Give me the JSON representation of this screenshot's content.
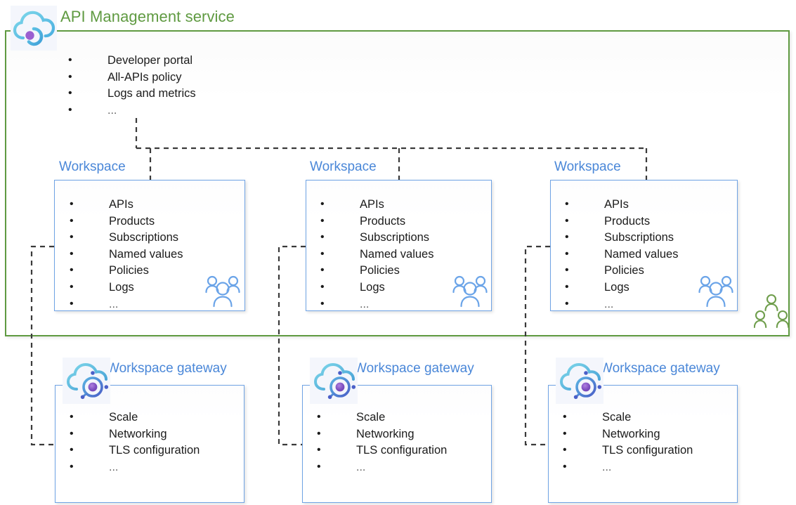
{
  "diagram": {
    "title": "API Management service",
    "colors": {
      "service_green": "#5f9a41",
      "workspace_blue": "#4a87d8",
      "box_border_blue": "#6fa3e4",
      "connector_dash": "#3a3a3a",
      "people_blue": "#6ba4e8",
      "people_green": "#6f9e4c",
      "text_dark": "#1b1b1b",
      "icon_plate": "#f4f6fc",
      "cloud_teal": "#56c0e0",
      "node_purple": "#8b5cc7"
    },
    "service": {
      "label": "API Management service",
      "icon": "api-management-cloud-icon",
      "items": [
        "Developer portal",
        "All-APIs policy",
        "Logs and metrics",
        "..."
      ]
    },
    "workspaces": [
      {
        "label": "Workspace",
        "icon": "people-group-icon",
        "items": [
          "APIs",
          "Products",
          "Subscriptions",
          "Named values",
          "Policies",
          "Logs",
          "..."
        ]
      },
      {
        "label": "Workspace",
        "icon": "people-group-icon",
        "items": [
          "APIs",
          "Products",
          "Subscriptions",
          "Named values",
          "Policies",
          "Logs",
          "..."
        ]
      },
      {
        "label": "Workspace",
        "icon": "people-group-icon",
        "items": [
          "APIs",
          "Products",
          "Subscriptions",
          "Named values",
          "Policies",
          "Logs",
          "..."
        ]
      }
    ],
    "gateways": [
      {
        "label": "Workspace gateway",
        "icon": "workspace-gateway-cloud-icon",
        "items": [
          "Scale",
          "Networking",
          "TLS configuration",
          "..."
        ]
      },
      {
        "label": "Workspace gateway",
        "icon": "workspace-gateway-cloud-icon",
        "items": [
          "Scale",
          "Networking",
          "TLS configuration",
          "..."
        ]
      },
      {
        "label": "Workspace gateway",
        "icon": "workspace-gateway-cloud-icon",
        "items": [
          "Scale",
          "Networking",
          "TLS configuration",
          "..."
        ]
      }
    ],
    "service_people_icon": "people-group-icon"
  }
}
